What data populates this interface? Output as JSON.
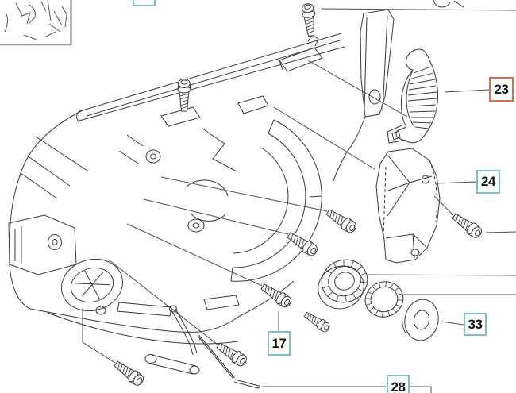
{
  "colors": {
    "background": "#ffffff",
    "line": "#3a3a3a",
    "detail_line": "#565656",
    "callout_line": "#4d4d4d",
    "highlight": "#d2714a",
    "normal": "#7cc2c4"
  },
  "callouts": {
    "top_clipped": {
      "label": "",
      "highlighted": false
    },
    "c23": {
      "label": "23",
      "highlighted": true
    },
    "c24": {
      "label": "24",
      "highlighted": false
    },
    "c33": {
      "label": "33",
      "highlighted": false
    },
    "c17": {
      "label": "17",
      "highlighted": false
    },
    "c28": {
      "label": "28",
      "highlighted": false
    }
  }
}
